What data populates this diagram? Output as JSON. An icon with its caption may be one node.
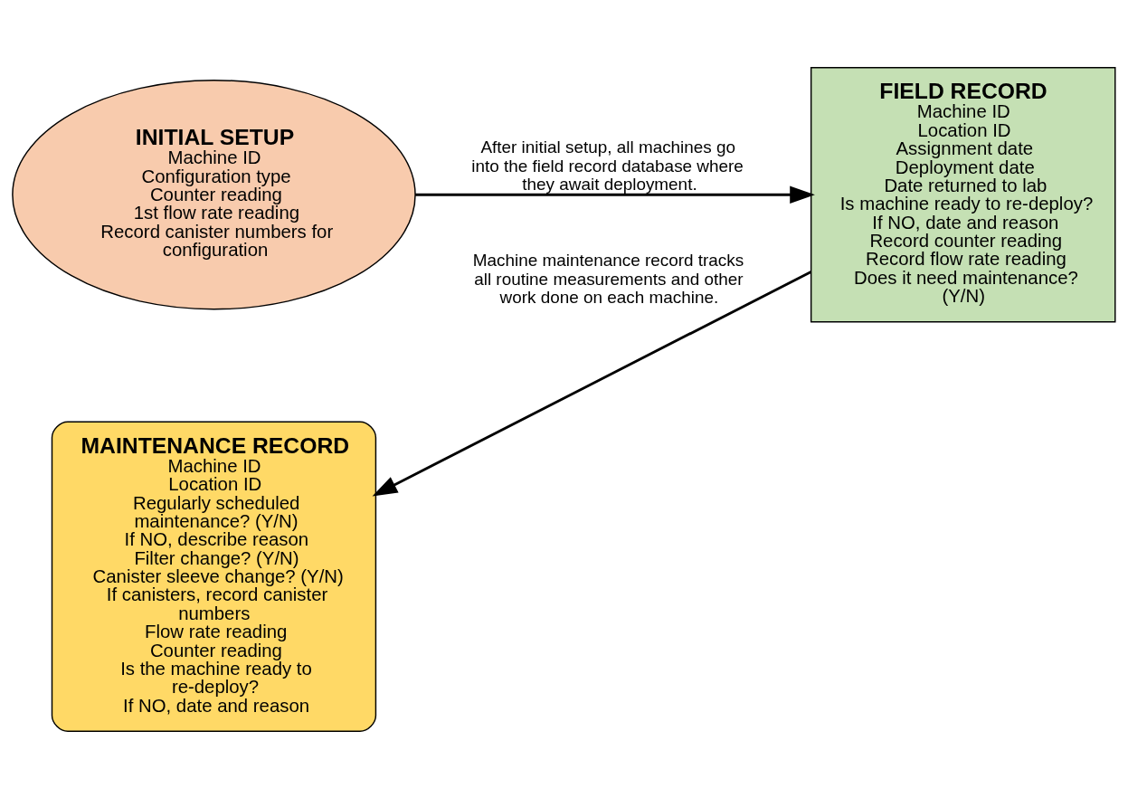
{
  "diagram": {
    "nodes": [
      {
        "text": [
          "INITIAL SETUP",
          "Machine ID",
          "Configuration type",
          "Counter reading",
          "1st flow rate reading",
          "Record canister numbers for configuration"
        ]
      },
      {
        "text": [
          "FIELD RECORD",
          "Machine ID",
          "Location ID",
          "Assignment date",
          "Deployment date",
          "Date returned to lab",
          "Is machine ready to re-deploy?",
          "If NO, date and reason",
          "Record counter reading",
          "Record flow rate reading",
          "Does it need maintenance? (Y/N)"
        ]
      },
      {
        "text": [
          "MAINTENANCE RECORD",
          "Machine ID",
          "Location ID",
          "Regularly scheduled maintenance? (Y/N)",
          "If NO, describe reason",
          "Filter change? (Y/N)",
          "Canister sleeve change? (Y/N)",
          "If canisters, record canister numbers",
          "Flow rate reading",
          "Counter reading",
          "Is the machine ready to re-deploy?",
          "If NO, date and reason"
        ]
      }
    ],
    "edges": [
      {
        "from": 0,
        "to": 1,
        "arrow": "to",
        "label": "After initial setup, all machines go into the field record database where they await deployment."
      },
      {
        "from": 1,
        "to": 2,
        "arrow": "to",
        "label": "Machine maintenance record tracks all routine measurements and other work done on each machine."
      }
    ]
  }
}
